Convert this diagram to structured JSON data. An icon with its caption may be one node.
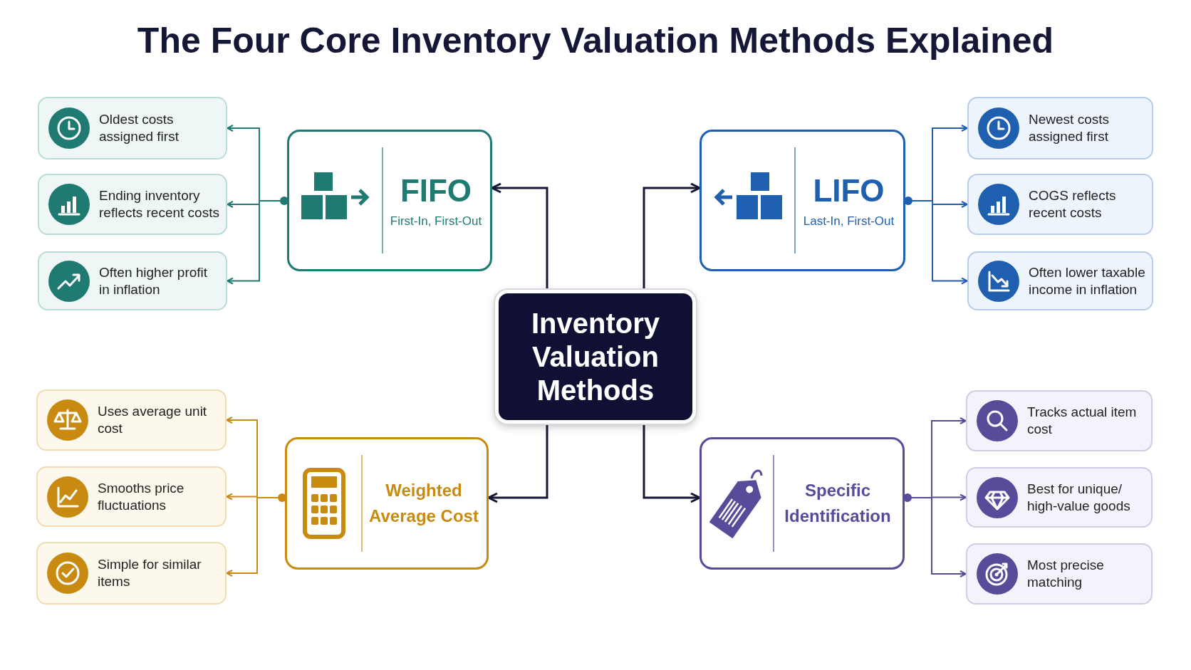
{
  "diagram": {
    "title": "The Four Core Inventory Valuation Methods Explained",
    "nodes": [
      {
        "text": [
          "Inventory Valuation Methods"
        ]
      },
      {
        "text": [
          "FIFO",
          "First-In, First-Out"
        ]
      },
      {
        "text": [
          "LIFO",
          "Last-In, First-Out"
        ]
      },
      {
        "text": [
          "Weighted Average Cost"
        ]
      },
      {
        "text": [
          "Specific Identification"
        ]
      },
      {
        "text": [
          "Oldest costs assigned first"
        ]
      },
      {
        "text": [
          "Ending inventory reflects recent costs"
        ]
      },
      {
        "text": [
          "Often higher profit in inflation"
        ]
      },
      {
        "text": [
          "Newest costs assigned first"
        ]
      },
      {
        "text": [
          "COGS reflects recent costs"
        ]
      },
      {
        "text": [
          "Often lower taxable income in inflation"
        ]
      },
      {
        "text": [
          "Uses average unit cost"
        ]
      },
      {
        "text": [
          "Smooths price fluctuations"
        ]
      },
      {
        "text": [
          "Simple for similar items"
        ]
      },
      {
        "text": [
          "Tracks actual item cost"
        ]
      },
      {
        "text": [
          "Best for unique/ high-value goods"
        ]
      },
      {
        "text": [
          "Most precise matching"
        ]
      }
    ],
    "edges": [
      {
        "from": 0,
        "to": 1,
        "arrow": "to",
        "color": "#141836"
      },
      {
        "from": 0,
        "to": 2,
        "arrow": "to",
        "color": "#141836"
      },
      {
        "from": 0,
        "to": 3,
        "arrow": "to",
        "color": "#141836"
      },
      {
        "from": 0,
        "to": 4,
        "arrow": "to",
        "color": "#141836"
      },
      {
        "from": 1,
        "to": 5,
        "arrow": "to",
        "color": "#1f7a72"
      },
      {
        "from": 1,
        "to": 6,
        "arrow": "to",
        "color": "#1f7a72"
      },
      {
        "from": 1,
        "to": 7,
        "arrow": "to",
        "color": "#1f7a72"
      },
      {
        "from": 2,
        "to": 8,
        "arrow": "to",
        "color": "#1f5fb0"
      },
      {
        "from": 2,
        "to": 9,
        "arrow": "to",
        "color": "#1f5fb0"
      },
      {
        "from": 2,
        "to": 10,
        "arrow": "to",
        "color": "#1f5fb0"
      },
      {
        "from": 3,
        "to": 11,
        "arrow": "to",
        "color": "#c98a12"
      },
      {
        "from": 3,
        "to": 12,
        "arrow": "to",
        "color": "#c98a12"
      },
      {
        "from": 3,
        "to": 13,
        "arrow": "to",
        "color": "#c98a12"
      },
      {
        "from": 4,
        "to": 14,
        "arrow": "to",
        "color": "#5a4a9a"
      },
      {
        "from": 4,
        "to": 15,
        "arrow": "to",
        "color": "#5a4a9a"
      },
      {
        "from": 4,
        "to": 16,
        "arrow": "to",
        "color": "#5a4a9a"
      }
    ]
  }
}
